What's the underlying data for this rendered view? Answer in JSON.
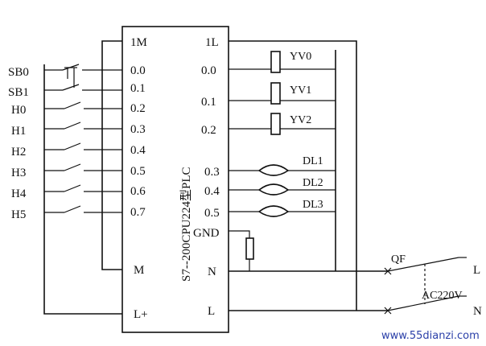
{
  "plc": {
    "model": "S7--200CPU224型PLC",
    "left_terminals": [
      "1M",
      "0.0",
      "0.1",
      "0.2",
      "0.3",
      "0.4",
      "0.5",
      "0.6",
      "0.7",
      "M",
      "L+"
    ],
    "right_terminals": [
      "1L",
      "0.0",
      "0.1",
      "0.2",
      "0.3",
      "0.4",
      "0.5",
      "GND",
      "N",
      "L"
    ]
  },
  "inputs": [
    "SB0",
    "SB1",
    "H0",
    "H1",
    "H2",
    "H3",
    "H4",
    "H5"
  ],
  "valves": [
    "YV0",
    "YV1",
    "YV2"
  ],
  "lamps": [
    "DL1",
    "DL2",
    "DL3"
  ],
  "breaker": "QF",
  "supply": {
    "voltage": "AC220V",
    "line": "L",
    "neutral": "N"
  },
  "watermark": "www.55dianzi.com"
}
